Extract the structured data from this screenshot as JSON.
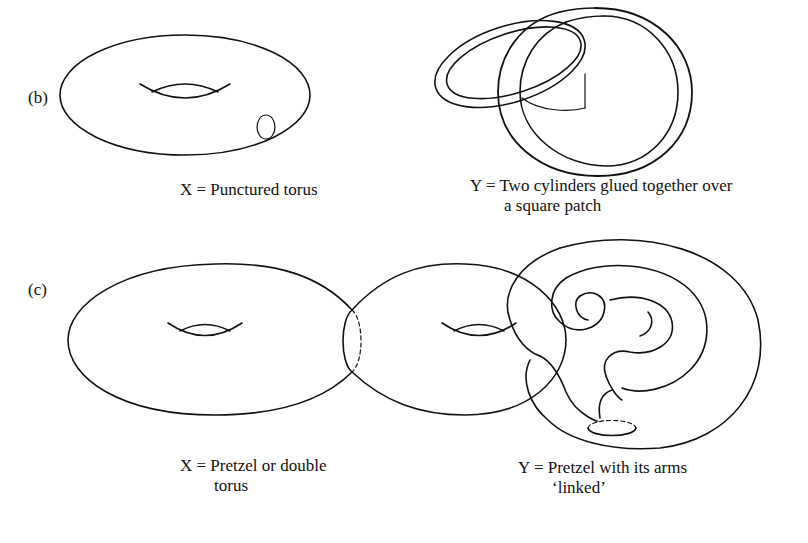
{
  "diagram": {
    "labels": [
      "(b)",
      "X = Punctured torus",
      "Y = Two cylinders glued together over a square patch",
      "(c)",
      "X = Pretzel or double torus",
      "Y = Pretzel with its arms ‘linked’"
    ]
  }
}
